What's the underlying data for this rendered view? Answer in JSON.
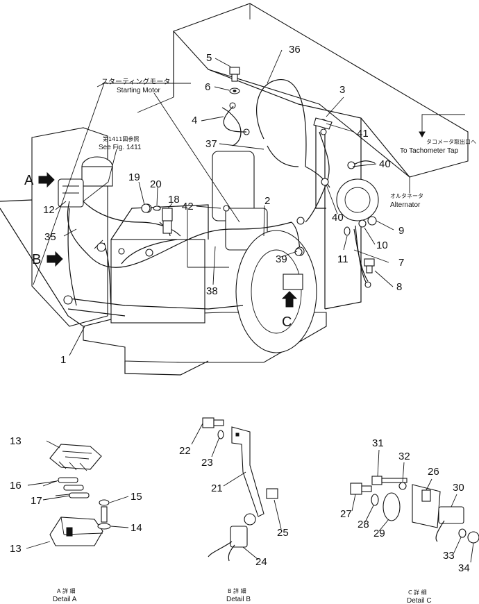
{
  "callouts": {
    "c1": "1",
    "c2": "2",
    "c3": "3",
    "c4": "4",
    "c5": "5",
    "c6": "6",
    "c7": "7",
    "c8": "8",
    "c9": "9",
    "c10": "10",
    "c11": "11",
    "c12": "12",
    "c13a": "13",
    "c13b": "13",
    "c14": "14",
    "c15": "15",
    "c16": "16",
    "c17": "17",
    "c18": "18",
    "c19": "19",
    "c20": "20",
    "c21": "21",
    "c22": "22",
    "c23": "23",
    "c24": "24",
    "c25": "25",
    "c26": "26",
    "c27": "27",
    "c28": "28",
    "c29": "29",
    "c30": "30",
    "c31": "31",
    "c32": "32",
    "c33": "33",
    "c34": "34",
    "c35": "35",
    "c36": "36",
    "c37": "37",
    "c38": "38",
    "c39": "39",
    "c40a": "40",
    "c40b": "40",
    "c41": "41",
    "c42": "42"
  },
  "letters": {
    "a": "A",
    "b": "B",
    "c": "C"
  },
  "labels": {
    "starting_motor_jp": "スターティングモータ",
    "starting_motor_en": "Starting Motor",
    "see_fig_jp": "第1411図参照",
    "see_fig_en": "See Fig. 1411",
    "tachometer_jp": "タコメータ取出口へ",
    "tachometer_en": "To Tachometer Tap",
    "alternator_jp": "オルタネータ",
    "alternator_en": "Alternator"
  },
  "details": {
    "a_jp": "A 詳 細",
    "a_en": "Detail A",
    "b_jp": "B 詳 細",
    "b_en": "Detail B",
    "c_jp": "C 詳 細",
    "c_en": "Detail C"
  }
}
